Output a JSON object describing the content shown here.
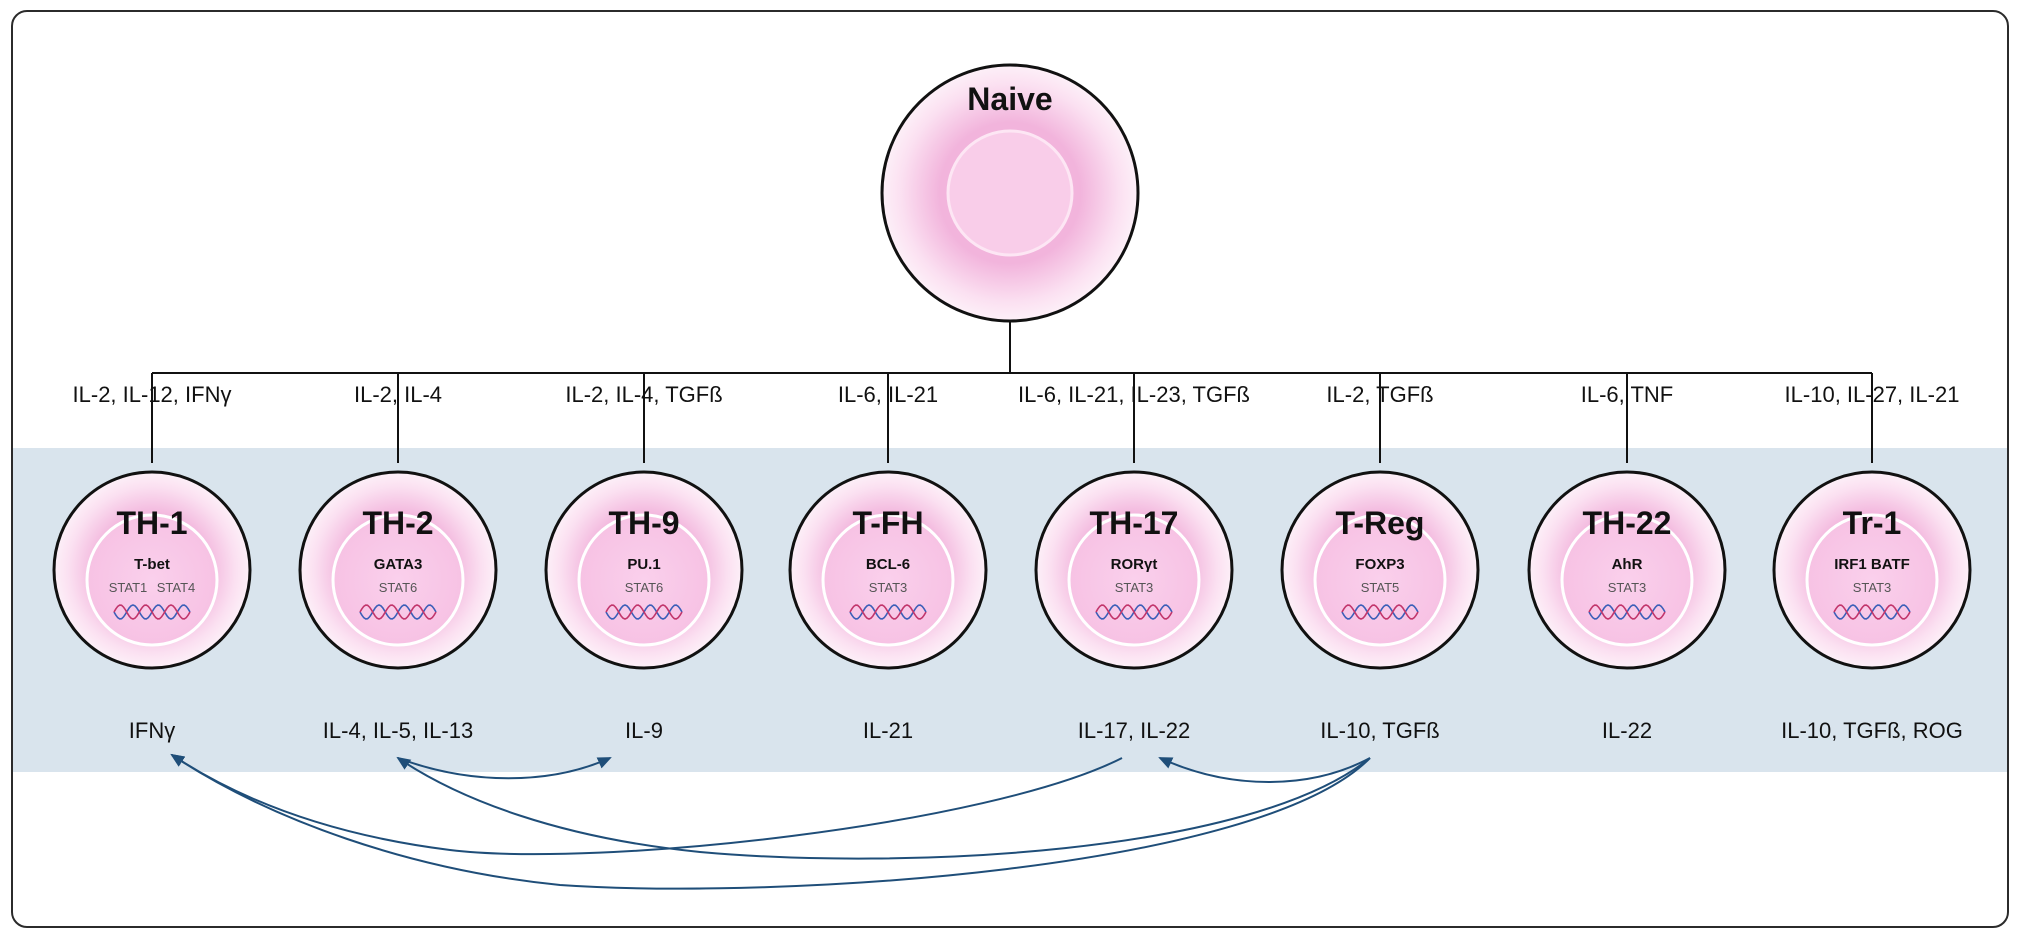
{
  "naive": {
    "label": "Naive"
  },
  "subsets": [
    {
      "name": "TH-1",
      "factor": "T-bet",
      "stats": [
        "STAT1",
        "STAT4"
      ],
      "inducers": "IL-2, IL-12, IFNγ",
      "products": "IFNγ"
    },
    {
      "name": "TH-2",
      "factor": "GATA3",
      "stats": [
        "STAT6"
      ],
      "inducers": "IL-2, IL-4",
      "products": "IL-4, IL-5, IL-13"
    },
    {
      "name": "TH-9",
      "factor": "PU.1",
      "stats": [
        "STAT6"
      ],
      "inducers": "IL-2, IL-4, TGFß",
      "products": "IL-9"
    },
    {
      "name": "T-FH",
      "factor": "BCL-6",
      "stats": [
        "STAT3"
      ],
      "inducers": "IL-6, IL-21",
      "products": "IL-21"
    },
    {
      "name": "TH-17",
      "factor": "RORγt",
      "stats": [
        "STAT3"
      ],
      "inducers": "IL-6, IL-21, IL-23, TGFß",
      "products": "IL-17, IL-22"
    },
    {
      "name": "T-Reg",
      "factor": "FOXP3",
      "stats": [
        "STAT5"
      ],
      "inducers": "IL-2, TGFß",
      "products": "IL-10, TGFß"
    },
    {
      "name": "TH-22",
      "factor": "AhR",
      "stats": [
        "STAT3"
      ],
      "inducers": "IL-6, TNF",
      "products": "IL-22"
    },
    {
      "name": "Tr-1",
      "factor": "IRF1 BATF",
      "stats": [
        "STAT3"
      ],
      "inducers": "IL-10, IL-27, IL-21",
      "products": "IL-10, TGFß, ROG"
    }
  ],
  "cross_regulation": [
    {
      "from": "TH-17",
      "to": "TH-1"
    },
    {
      "from": "T-Reg",
      "to": "TH-1"
    },
    {
      "from": "TH-2",
      "to": "TH-9"
    },
    {
      "from": "T-Reg",
      "to": "TH-2"
    },
    {
      "from": "T-Reg",
      "to": "TH-17"
    }
  ],
  "colors": {
    "arrow": "#1f4e79",
    "band": "#d9e4ed",
    "cell": "#f7c9e6",
    "outline": "#111111"
  }
}
